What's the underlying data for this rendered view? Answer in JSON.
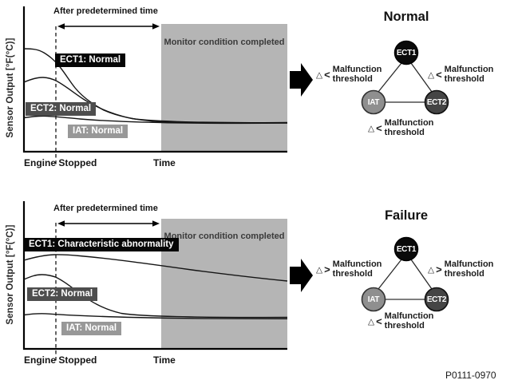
{
  "figure_code": "P0111-0970",
  "graph_common": {
    "y_axis_label": "Sensor Output [°F(°C)]",
    "after_time_label": "After predetermined time",
    "monitor_label": "Monitor condition completed",
    "x_left_label": "Engine Stopped",
    "x_right_label": "Time"
  },
  "colors": {
    "monitor_region": "#b5b5b5",
    "ect1_badge": "#060606",
    "ect2_badge": "#4e4e4e",
    "iat_badge": "#989898",
    "ect1_node": "#0a0a0a",
    "ect2_node": "#454545",
    "iat_node": "#8f8f8f"
  },
  "panels": [
    {
      "state_title": "Normal",
      "badges": [
        {
          "series": "ECT1",
          "label": "ECT1: Normal"
        },
        {
          "series": "ECT2",
          "label": "ECT2: Normal"
        },
        {
          "series": "IAT",
          "label": "IAT: Normal"
        }
      ],
      "nodes": [
        {
          "id": "ECT1",
          "label": "ECT1"
        },
        {
          "id": "IAT",
          "label": "IAT"
        },
        {
          "id": "ECT2",
          "label": "ECT2"
        }
      ],
      "thresholds": [
        {
          "position": "left",
          "symbol": "△",
          "comparator": "<",
          "line1": "Malfunction",
          "line2": "threshold"
        },
        {
          "position": "right",
          "symbol": "△",
          "comparator": "<",
          "line1": "Malfunction",
          "line2": "threshold"
        },
        {
          "position": "bottom",
          "symbol": "△",
          "comparator": "<",
          "line1": "Malfunction",
          "line2": "threshold"
        }
      ]
    },
    {
      "state_title": "Failure",
      "badges": [
        {
          "series": "ECT1",
          "label": "ECT1: Characteristic abnormality"
        },
        {
          "series": "ECT2",
          "label": "ECT2: Normal"
        },
        {
          "series": "IAT",
          "label": "IAT: Normal"
        }
      ],
      "nodes": [
        {
          "id": "ECT1",
          "label": "ECT1"
        },
        {
          "id": "IAT",
          "label": "IAT"
        },
        {
          "id": "ECT2",
          "label": "ECT2"
        }
      ],
      "thresholds": [
        {
          "position": "left",
          "symbol": "△",
          "comparator": ">",
          "line1": "Malfunction",
          "line2": "threshold"
        },
        {
          "position": "right",
          "symbol": "△",
          "comparator": ">",
          "line1": "Malfunction",
          "line2": "threshold"
        },
        {
          "position": "bottom",
          "symbol": "△",
          "comparator": "<",
          "line1": "Malfunction",
          "line2": "threshold"
        }
      ]
    }
  ],
  "chart_data": [
    {
      "type": "line",
      "panel": "Normal",
      "title": "Normal",
      "xlabel": "Time",
      "ylabel": "Sensor Output [°F(°C)]",
      "x_ticks": [
        "Engine Stopped"
      ],
      "annotations": [
        "After predetermined time",
        "Monitor condition completed (shaded region)",
        "dashed vertical line at Engine Stopped"
      ],
      "series": [
        {
          "name": "ECT1",
          "behavior": "starts highest, decays exponentially after engine stop, converges with ECT2 and IAT before monitor completes"
        },
        {
          "name": "ECT2",
          "behavior": "starts mid-level, small peak at engine stop, then decays and converges with ECT1 and IAT"
        },
        {
          "name": "IAT",
          "behavior": "starts low, stays nearly flat with a slight bump, all three converge"
        }
      ]
    },
    {
      "type": "line",
      "panel": "Failure",
      "title": "Failure",
      "xlabel": "Time",
      "ylabel": "Sensor Output [°F(°C)]",
      "x_ticks": [
        "Engine Stopped"
      ],
      "annotations": [
        "After predetermined time",
        "Monitor condition completed (shaded region)",
        "dashed vertical line at Engine Stopped"
      ],
      "series": [
        {
          "name": "ECT1",
          "behavior": "characteristic abnormality: remains high, declining only slightly, never converging with ECT2 and IAT"
        },
        {
          "name": "ECT2",
          "behavior": "normal: small peak at engine stop then decays down to converge with IAT"
        },
        {
          "name": "IAT",
          "behavior": "normal: stays nearly flat at low level"
        }
      ]
    }
  ]
}
